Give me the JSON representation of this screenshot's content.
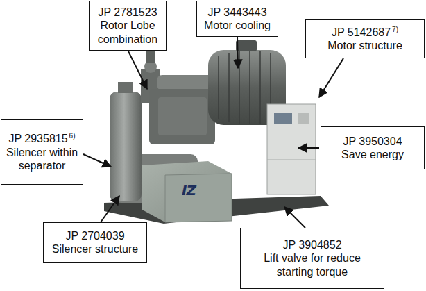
{
  "diagram": {
    "nodes": [
      {
        "text": [
          "JP 2781523",
          "Rotor Lobe combination"
        ]
      },
      {
        "text": [
          "JP 3443443",
          "Motor cooling"
        ]
      },
      {
        "text": [
          "JP 5142687",
          "7)",
          "Motor structure"
        ]
      },
      {
        "text": [
          "JP 2935815",
          "6)",
          "Silencer within separator"
        ]
      },
      {
        "text": [
          "JP 3950304",
          "Save energy"
        ]
      },
      {
        "text": [
          "JP 2704039",
          "Silencer structure"
        ]
      },
      {
        "text": [
          "JP 3904852",
          "Lift valve for reduce starting torque"
        ]
      }
    ],
    "edges": [],
    "labels": [
      "IZ"
    ]
  }
}
